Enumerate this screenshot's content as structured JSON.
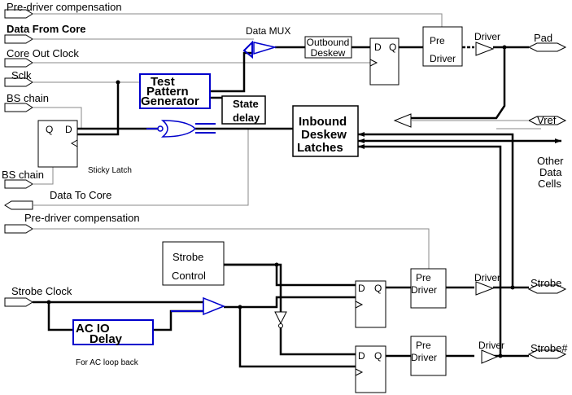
{
  "signals": {
    "pre_driver_comp_top": "Pre-driver compensation",
    "data_from_core": "Data From Core",
    "core_out_clock": "Core Out Clock",
    "sclk": "Sclk",
    "bs_chain_in": "BS chain",
    "bs_chain_out": "BS chain",
    "data_to_core": "Data To Core",
    "pre_driver_comp_bottom": "Pre-driver compensation",
    "strobe_clock": "Strobe Clock",
    "pad": "Pad",
    "vref": "Vref",
    "strobe": "Strobe",
    "strobe_n": "Strobe#"
  },
  "blocks": {
    "data_mux": "Data MUX",
    "outbound_deskew": [
      "Outbound",
      "Deskew"
    ],
    "test_pattern_generator": [
      "Test",
      "Pattern",
      "Generator"
    ],
    "state_delay": [
      "State",
      "delay"
    ],
    "inbound_deskew_latches": [
      "Inbound",
      "Deskew",
      "Latches"
    ],
    "sticky_latch": "Sticky Latch",
    "strobe_control": [
      "Strobe",
      "Control"
    ],
    "ac_io_delay": [
      "AC IO",
      "Delay"
    ],
    "ac_loop_back": "For AC loop back",
    "other_data_cells": [
      "Other",
      "Data",
      "Cells"
    ]
  },
  "flipflops": {
    "d": "D",
    "q": "Q"
  },
  "drivers": {
    "pre_driver": [
      "Pre",
      "Driver"
    ],
    "driver": "Driver"
  },
  "colors": {
    "wire": "#000000",
    "highlight_blue": "#0000cc",
    "thin_wire": "#888888"
  }
}
